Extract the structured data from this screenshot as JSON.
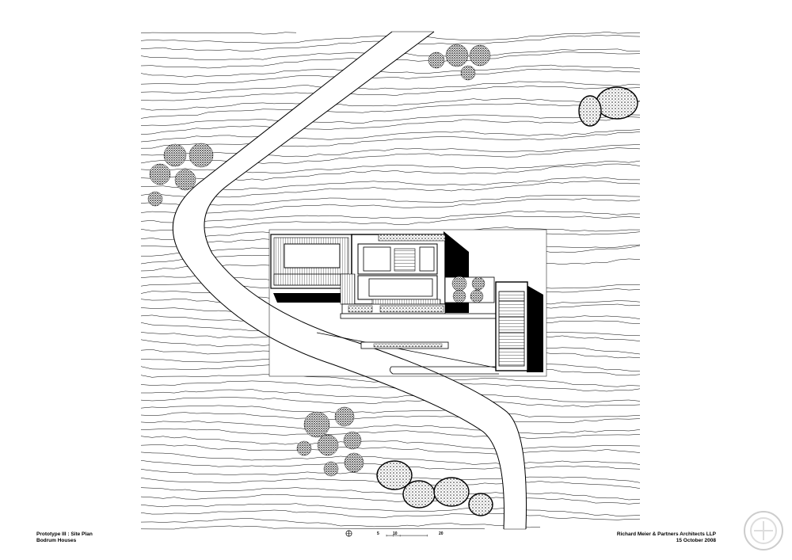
{
  "title_block": {
    "left_line1": "Prototype III : Site Plan",
    "left_line2": "Bodrum Houses",
    "right_line1": "Richard Meier & Partners Architects LLP",
    "right_line2": "15 October 2008"
  },
  "scale_bar": {
    "labels": [
      "5",
      "10",
      "20"
    ]
  },
  "icons": {
    "north": "north-arrow-icon",
    "watermark": "archdaily-watermark-icon"
  },
  "colors": {
    "ink": "#000000",
    "paper": "#ffffff",
    "foliage": "#333333"
  }
}
